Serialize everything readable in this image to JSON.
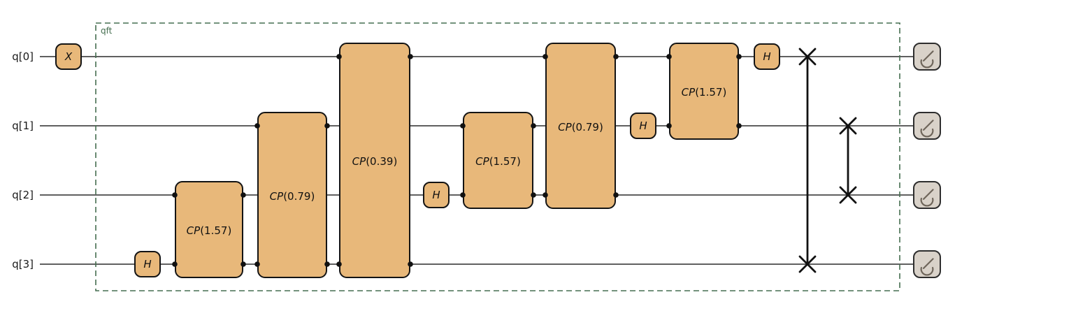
{
  "figure": {
    "group_label": "qft",
    "qubits": [
      "q[0]",
      "q[1]",
      "q[2]",
      "q[3]"
    ],
    "gates": [
      {
        "name": "X",
        "label": "X",
        "qubit": "q[0]"
      },
      {
        "name": "H",
        "label": "H",
        "qubit": "q[3]"
      },
      {
        "name": "CP",
        "label_gate": "CP",
        "label_param": "(1.57)",
        "control": "q[2]",
        "target": "q[3]"
      },
      {
        "name": "CP",
        "label_gate": "CP",
        "label_param": "(0.79)",
        "control": "q[1]",
        "target": "q[3]"
      },
      {
        "name": "CP",
        "label_gate": "CP",
        "label_param": "(0.39)",
        "control": "q[0]",
        "target": "q[3]"
      },
      {
        "name": "H",
        "label": "H",
        "qubit": "q[2]"
      },
      {
        "name": "CP",
        "label_gate": "CP",
        "label_param": "(1.57)",
        "control": "q[1]",
        "target": "q[2]"
      },
      {
        "name": "CP",
        "label_gate": "CP",
        "label_param": "(0.79)",
        "control": "q[0]",
        "target": "q[2]"
      },
      {
        "name": "H",
        "label": "H",
        "qubit": "q[1]"
      },
      {
        "name": "CP",
        "label_gate": "CP",
        "label_param": "(1.57)",
        "control": "q[0]",
        "target": "q[1]"
      },
      {
        "name": "H",
        "label": "H",
        "qubit": "q[0]"
      }
    ],
    "swaps": [
      {
        "between": [
          "q[0]",
          "q[3]"
        ]
      },
      {
        "between": [
          "q[1]",
          "q[2]"
        ]
      }
    ],
    "measurements": [
      {
        "qubit": "q[0]"
      },
      {
        "qubit": "q[1]"
      },
      {
        "qubit": "q[2]"
      },
      {
        "qubit": "q[3]"
      }
    ],
    "colors": {
      "gate_fill": "#E8B87A",
      "gate_border": "#141414",
      "measure_fill": "#D9D2C9",
      "measure_icon": "#6E655A",
      "group_border": "#456E50",
      "group_label": "#446E4F",
      "wire": "#2b2b2b"
    }
  }
}
